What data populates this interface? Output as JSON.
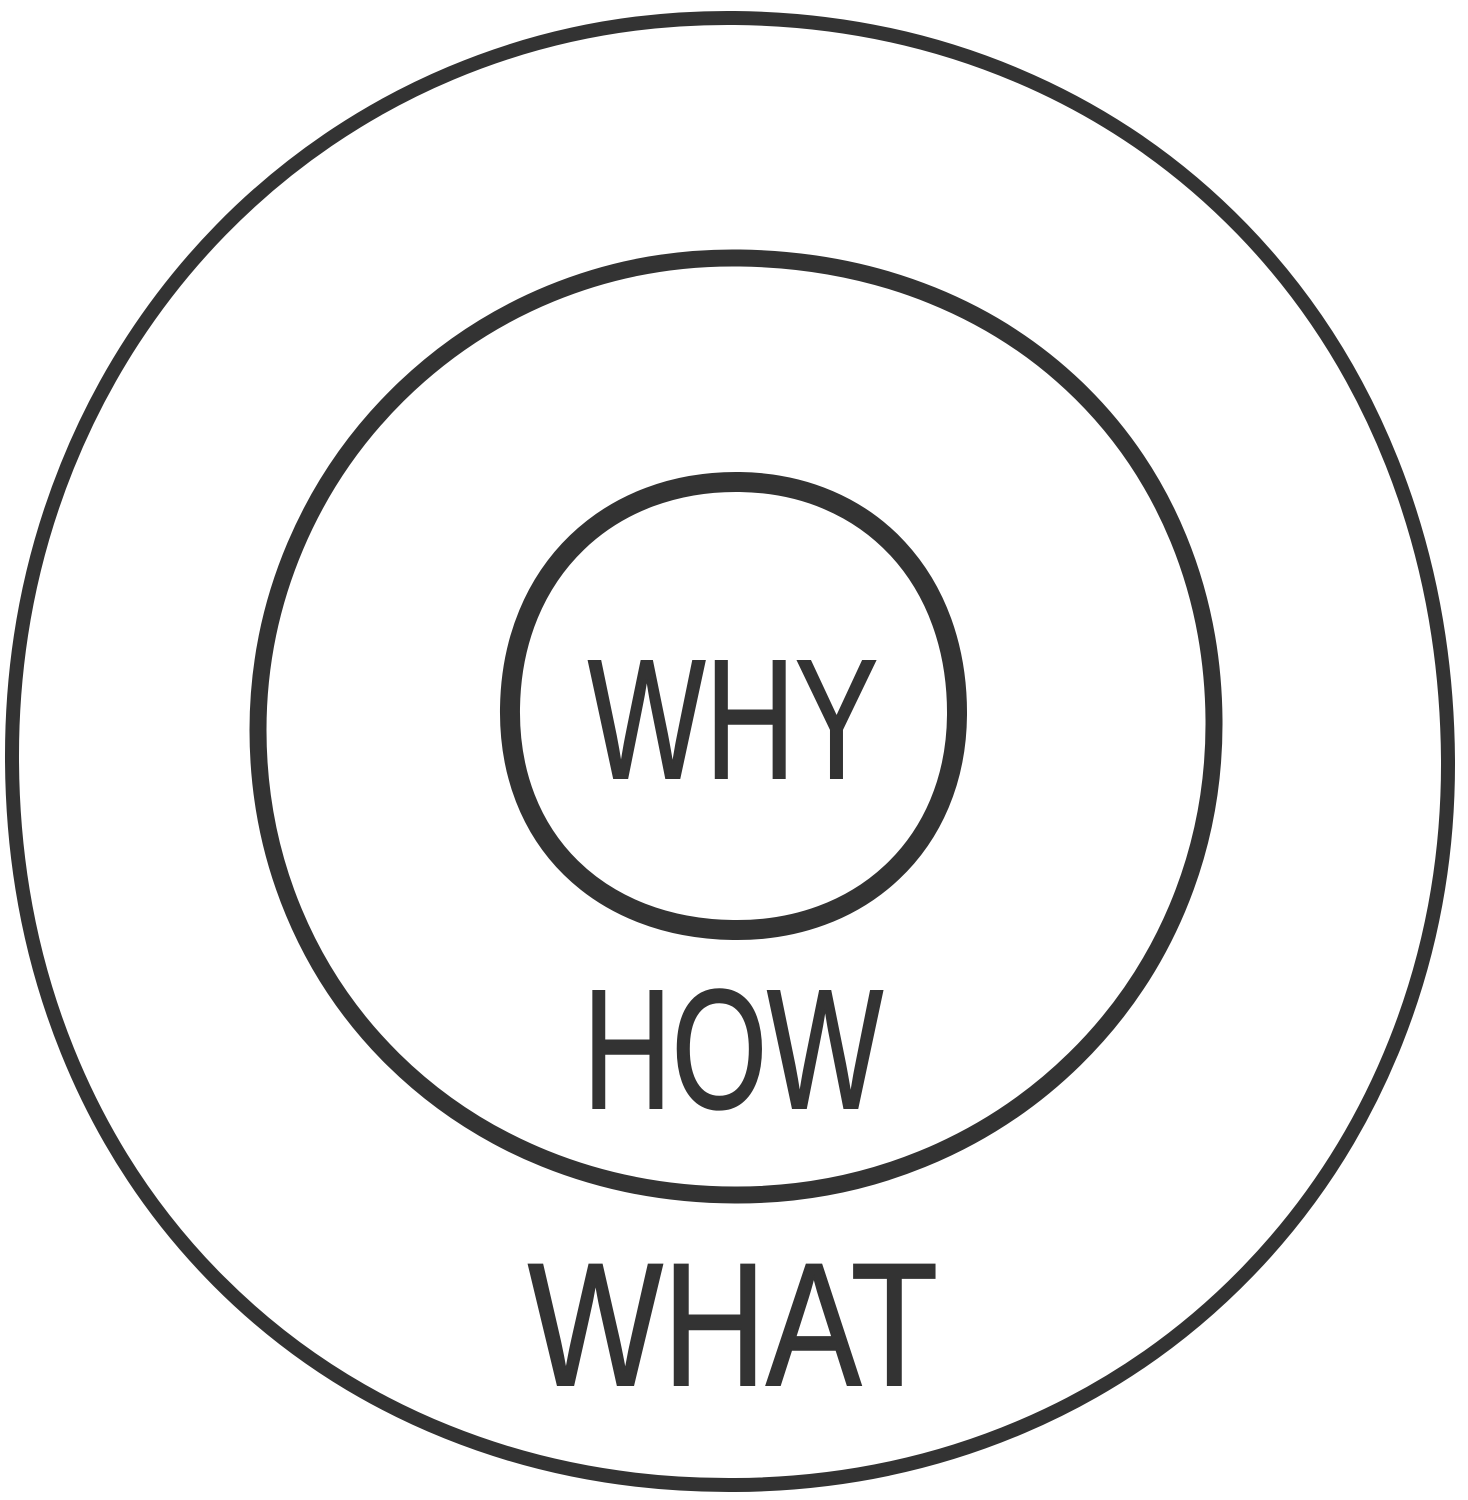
{
  "diagram": {
    "type": "concentric-circles",
    "stroke_color": "#333333",
    "background": "#ffffff",
    "labels": {
      "inner": "WHY",
      "middle": "HOW",
      "outer": "WHAT"
    }
  }
}
